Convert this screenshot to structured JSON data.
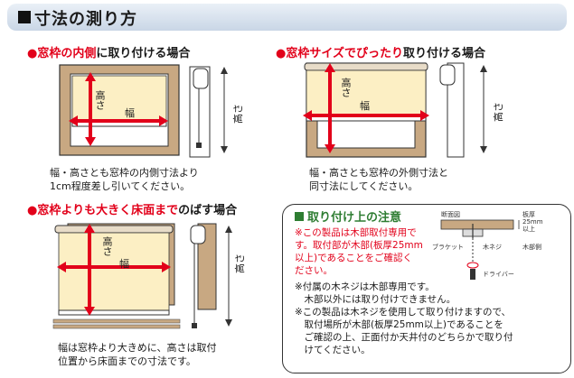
{
  "header": {
    "title": "寸法の測り方"
  },
  "sections": {
    "inside": {
      "bullet": "●",
      "accent": "窓枠の内側",
      "rest": "に取り付ける場合",
      "height_label": "高さ",
      "width_label": "幅",
      "caption1": "幅・高さとも窓枠の内側寸法より",
      "caption2": "1cm程度差し引いてください。"
    },
    "fit": {
      "bullet": "●",
      "accent": "窓枠サイズでぴったり",
      "rest": "取り付ける場合",
      "height_label": "高さ",
      "width_label": "幅",
      "caption1": "幅・高さとも窓枠の外側寸法と",
      "caption2": "同寸法にしてください。"
    },
    "floor": {
      "bullet": "●",
      "accent": "窓枠よりも大きく床面まで",
      "rest": "のばす場合",
      "height_label": "高さ",
      "width_label": "幅",
      "caption1": "幅は窓枠より大きめに、高さは取付",
      "caption2": "位置から床面までの寸法です。"
    }
  },
  "note": {
    "title": "取り付け上の注意",
    "red_lines": [
      "※この製品は木部取付専用で",
      "す。取付部が木部(板厚25mm",
      "以上)であることをご確認く",
      "ださい。"
    ],
    "body_lines": [
      "※付属の木ネジは木部専用です。",
      "　木部以外には取り付けできません。",
      "※この製品は木ネジを使用して取り付けますので、",
      "　取付場所が木部(板厚25mm以上)であることを",
      "　ご確認の上、正面付か天井付のどちらかで取り付",
      "　けてください。"
    ],
    "diagram": {
      "section_label": "断面図",
      "thickness1": "板厚",
      "thickness2": "25mm",
      "thickness3": "以上",
      "bracket": "ブラケット",
      "screw": "木ネジ",
      "wood": "木部側",
      "driver": "ドライバー"
    }
  },
  "colors": {
    "accent": "#e2001a",
    "frame": "#c8a882",
    "screen": "#fcefc4",
    "note_green": "#2e7d32"
  }
}
